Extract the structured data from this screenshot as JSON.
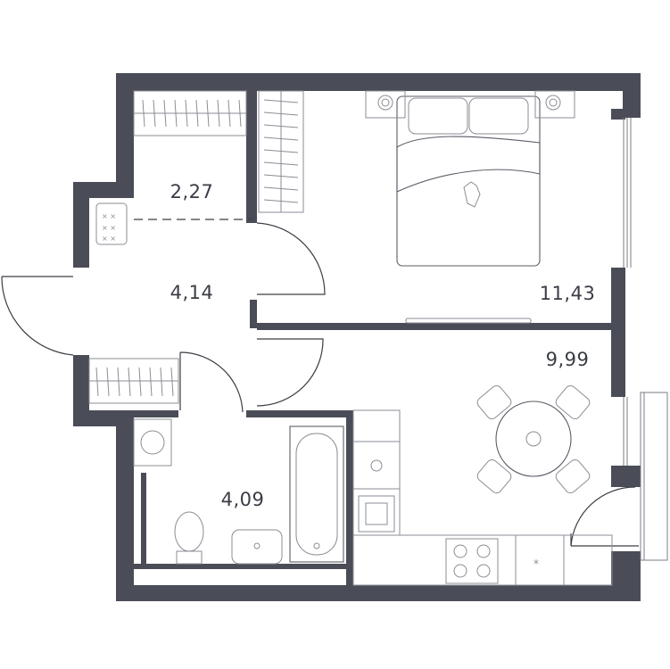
{
  "colors": {
    "wall": "#4a4d57",
    "text": "#3a3d45",
    "furniture": "#8a8d94",
    "background": "#ffffff"
  },
  "rooms": [
    {
      "id": "wardrobe",
      "area": "2,27"
    },
    {
      "id": "hallway",
      "area": "4,14"
    },
    {
      "id": "bedroom",
      "area": "11,43"
    },
    {
      "id": "kitchen-living",
      "area": "9,99"
    },
    {
      "id": "bathroom",
      "area": "4,09"
    }
  ]
}
